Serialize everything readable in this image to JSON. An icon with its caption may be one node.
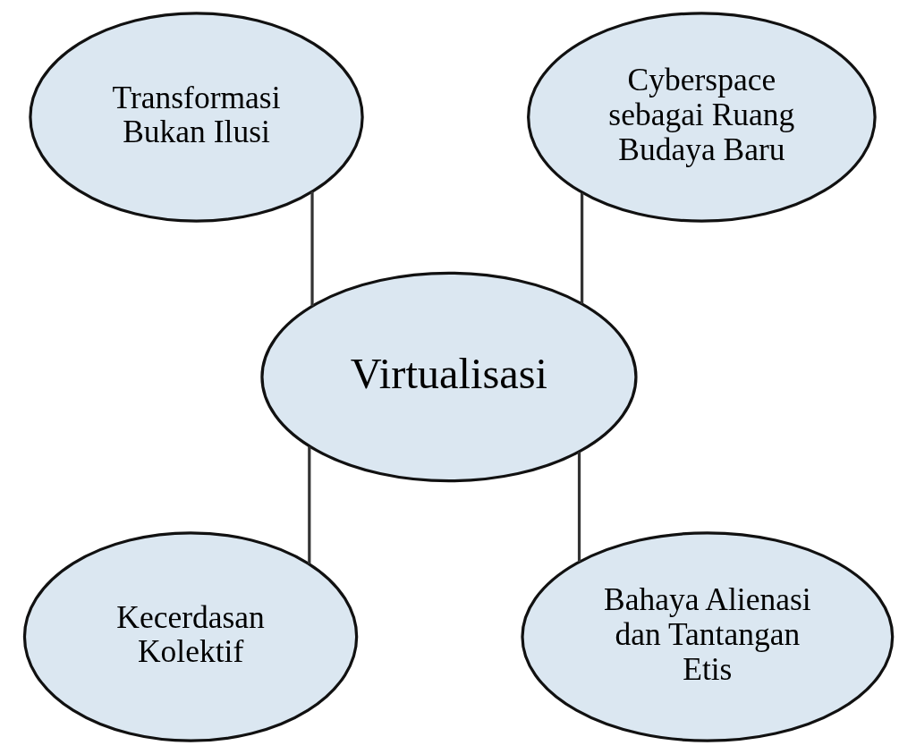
{
  "diagram": {
    "nodes": [
      {
        "text": [
          "Transformasi Bukan Ilusi"
        ]
      },
      {
        "text": [
          "Cyberspace sebagai Ruang Budaya Baru"
        ]
      },
      {
        "text": [
          "Virtualisasi"
        ]
      },
      {
        "text": [
          "Kecerdasan Kolektif"
        ]
      },
      {
        "text": [
          "Bahaya Alienasi dan Tantangan Etis"
        ]
      }
    ],
    "edges": [
      {
        "from": 0,
        "to": 2,
        "arrow": "none"
      },
      {
        "from": 1,
        "to": 2,
        "arrow": "none"
      },
      {
        "from": 2,
        "to": 3,
        "arrow": "none"
      },
      {
        "from": 2,
        "to": 4,
        "arrow": "none"
      }
    ]
  }
}
